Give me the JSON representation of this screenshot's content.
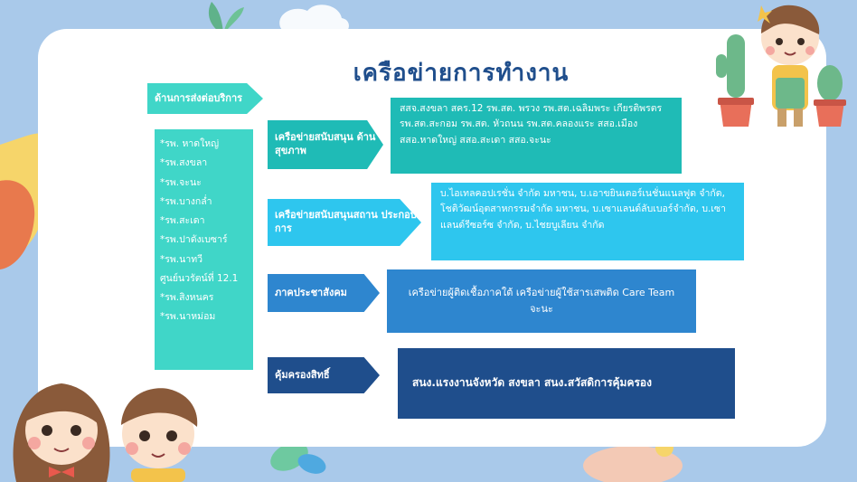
{
  "title": "เครือข่ายการทำงาน",
  "service": {
    "label": "ด้านการส่งต่อบริการ",
    "items": [
      "*รพ. หาดใหญ่",
      "*รพ.สงขลา",
      "*รพ.จะนะ",
      "*รพ.บางกล่ำ",
      "*รพ.สะเดา",
      "*รพ.ปาดังเบซาร์",
      "*รพ.นาทวี",
      "ศูนย์นวรัตน์ที่ 12.1",
      "*รพ.สิงหนคร",
      "*รพ.นาหม่อม"
    ]
  },
  "rows": [
    {
      "label": "เครือข่ายสนับสนุน ด้านสุขภาพ",
      "text": "สสจ.สงขลา สคร.12 รพ.สต. พรวง รพ.สต.เฉลิมพระ เกียรติพรตร รพ.สต.สะกอม รพ.สต. หัวถนน รพ.สต.คลองแระ สสอ.เมือง สสอ.หาดใหญ่ สสอ.สะเดา สสอ.จะนะ"
    },
    {
      "label": "เครือข่ายสนับสนุนสถาน ประกอบการ",
      "text": "บ.ไอเทลคอปเรชั่น จำกัด มหาชน, บ.เอาขยินเตอร์เนชั่นแนลฟูด จำกัด, โชติวัฒน์อุตสาหกรรมจำกัด มหาชน, บ.เซาแลนด์ลับเบอร์จำกัด, บ.เซาแลนด์รีซอร์ซ จำกัด, บ.ไชยบูเลียน จำกัด"
    },
    {
      "label": "ภาคประชาสังคม",
      "text": "เครือข่ายผู้ติดเชื้อภาคใต้ เครือข่ายผู้ใช้สารเสพติด Care Team จะนะ"
    },
    {
      "label": "คุ้มครองสิทธิ์",
      "text": "สนง.แรงงานจังหวัด สงขลา สนง.สวัสดิการคุ้มครอง"
    }
  ],
  "colors": {
    "background": "#a9c9ea",
    "teal": "#40d6c8",
    "teal_dark": "#1fbbb6",
    "cyan": "#2ec6ee",
    "blue": "#2e86cf",
    "navy": "#1f4e8c",
    "title": "#1f4e8c"
  }
}
